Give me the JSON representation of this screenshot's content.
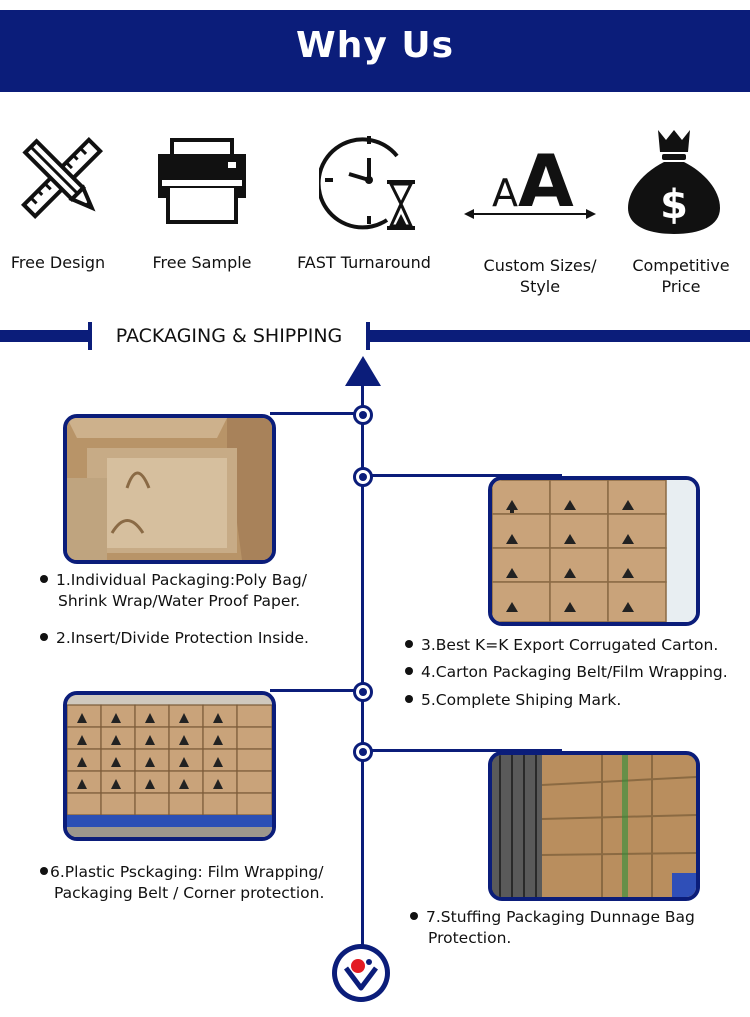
{
  "header": {
    "title": "Why  Us"
  },
  "features": [
    {
      "label": "Free Design",
      "icon": "pencil-ruler-icon"
    },
    {
      "label": "Free Sample",
      "icon": "printer-icon"
    },
    {
      "label": "FAST Turnaround",
      "icon": "clock-hourglass-icon"
    },
    {
      "label_line1": "Custom Sizes/",
      "label_line2": "Style",
      "icon": "font-size-icon"
    },
    {
      "label_line1": "Competitive",
      "label_line2": "Price",
      "icon": "money-bag-icon"
    }
  ],
  "section": {
    "title": "PACKAGING & SHIPPING"
  },
  "items": {
    "i1a": "1.Individual Packaging:Poly Bag/",
    "i1b": "Shrink Wrap/Water Proof Paper.",
    "i2": "2.Insert/Divide Protection Inside.",
    "i3": "3.Best K=K Export Corrugated Carton.",
    "i4": "4.Carton Packaging Belt/Film Wrapping.",
    "i5": "5.Complete Shiping Mark.",
    "i6a": "6.Plastic Psckaging: Film Wrapping/",
    "i6b": "Packaging Belt / Corner protection.",
    "i7a": "7.Stuffing Packaging Dunnage Bag",
    "i7b": "Protection."
  },
  "colors": {
    "brand": "#0b1d7a",
    "carton": "#c9a37a"
  }
}
